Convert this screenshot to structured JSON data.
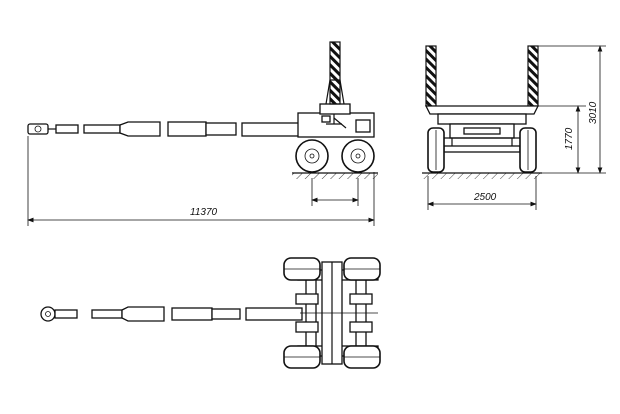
{
  "drawing": {
    "dimensions": {
      "overall_length": "11370",
      "track_width": "2500",
      "height_total": "3010",
      "height_frame": "1770"
    }
  }
}
